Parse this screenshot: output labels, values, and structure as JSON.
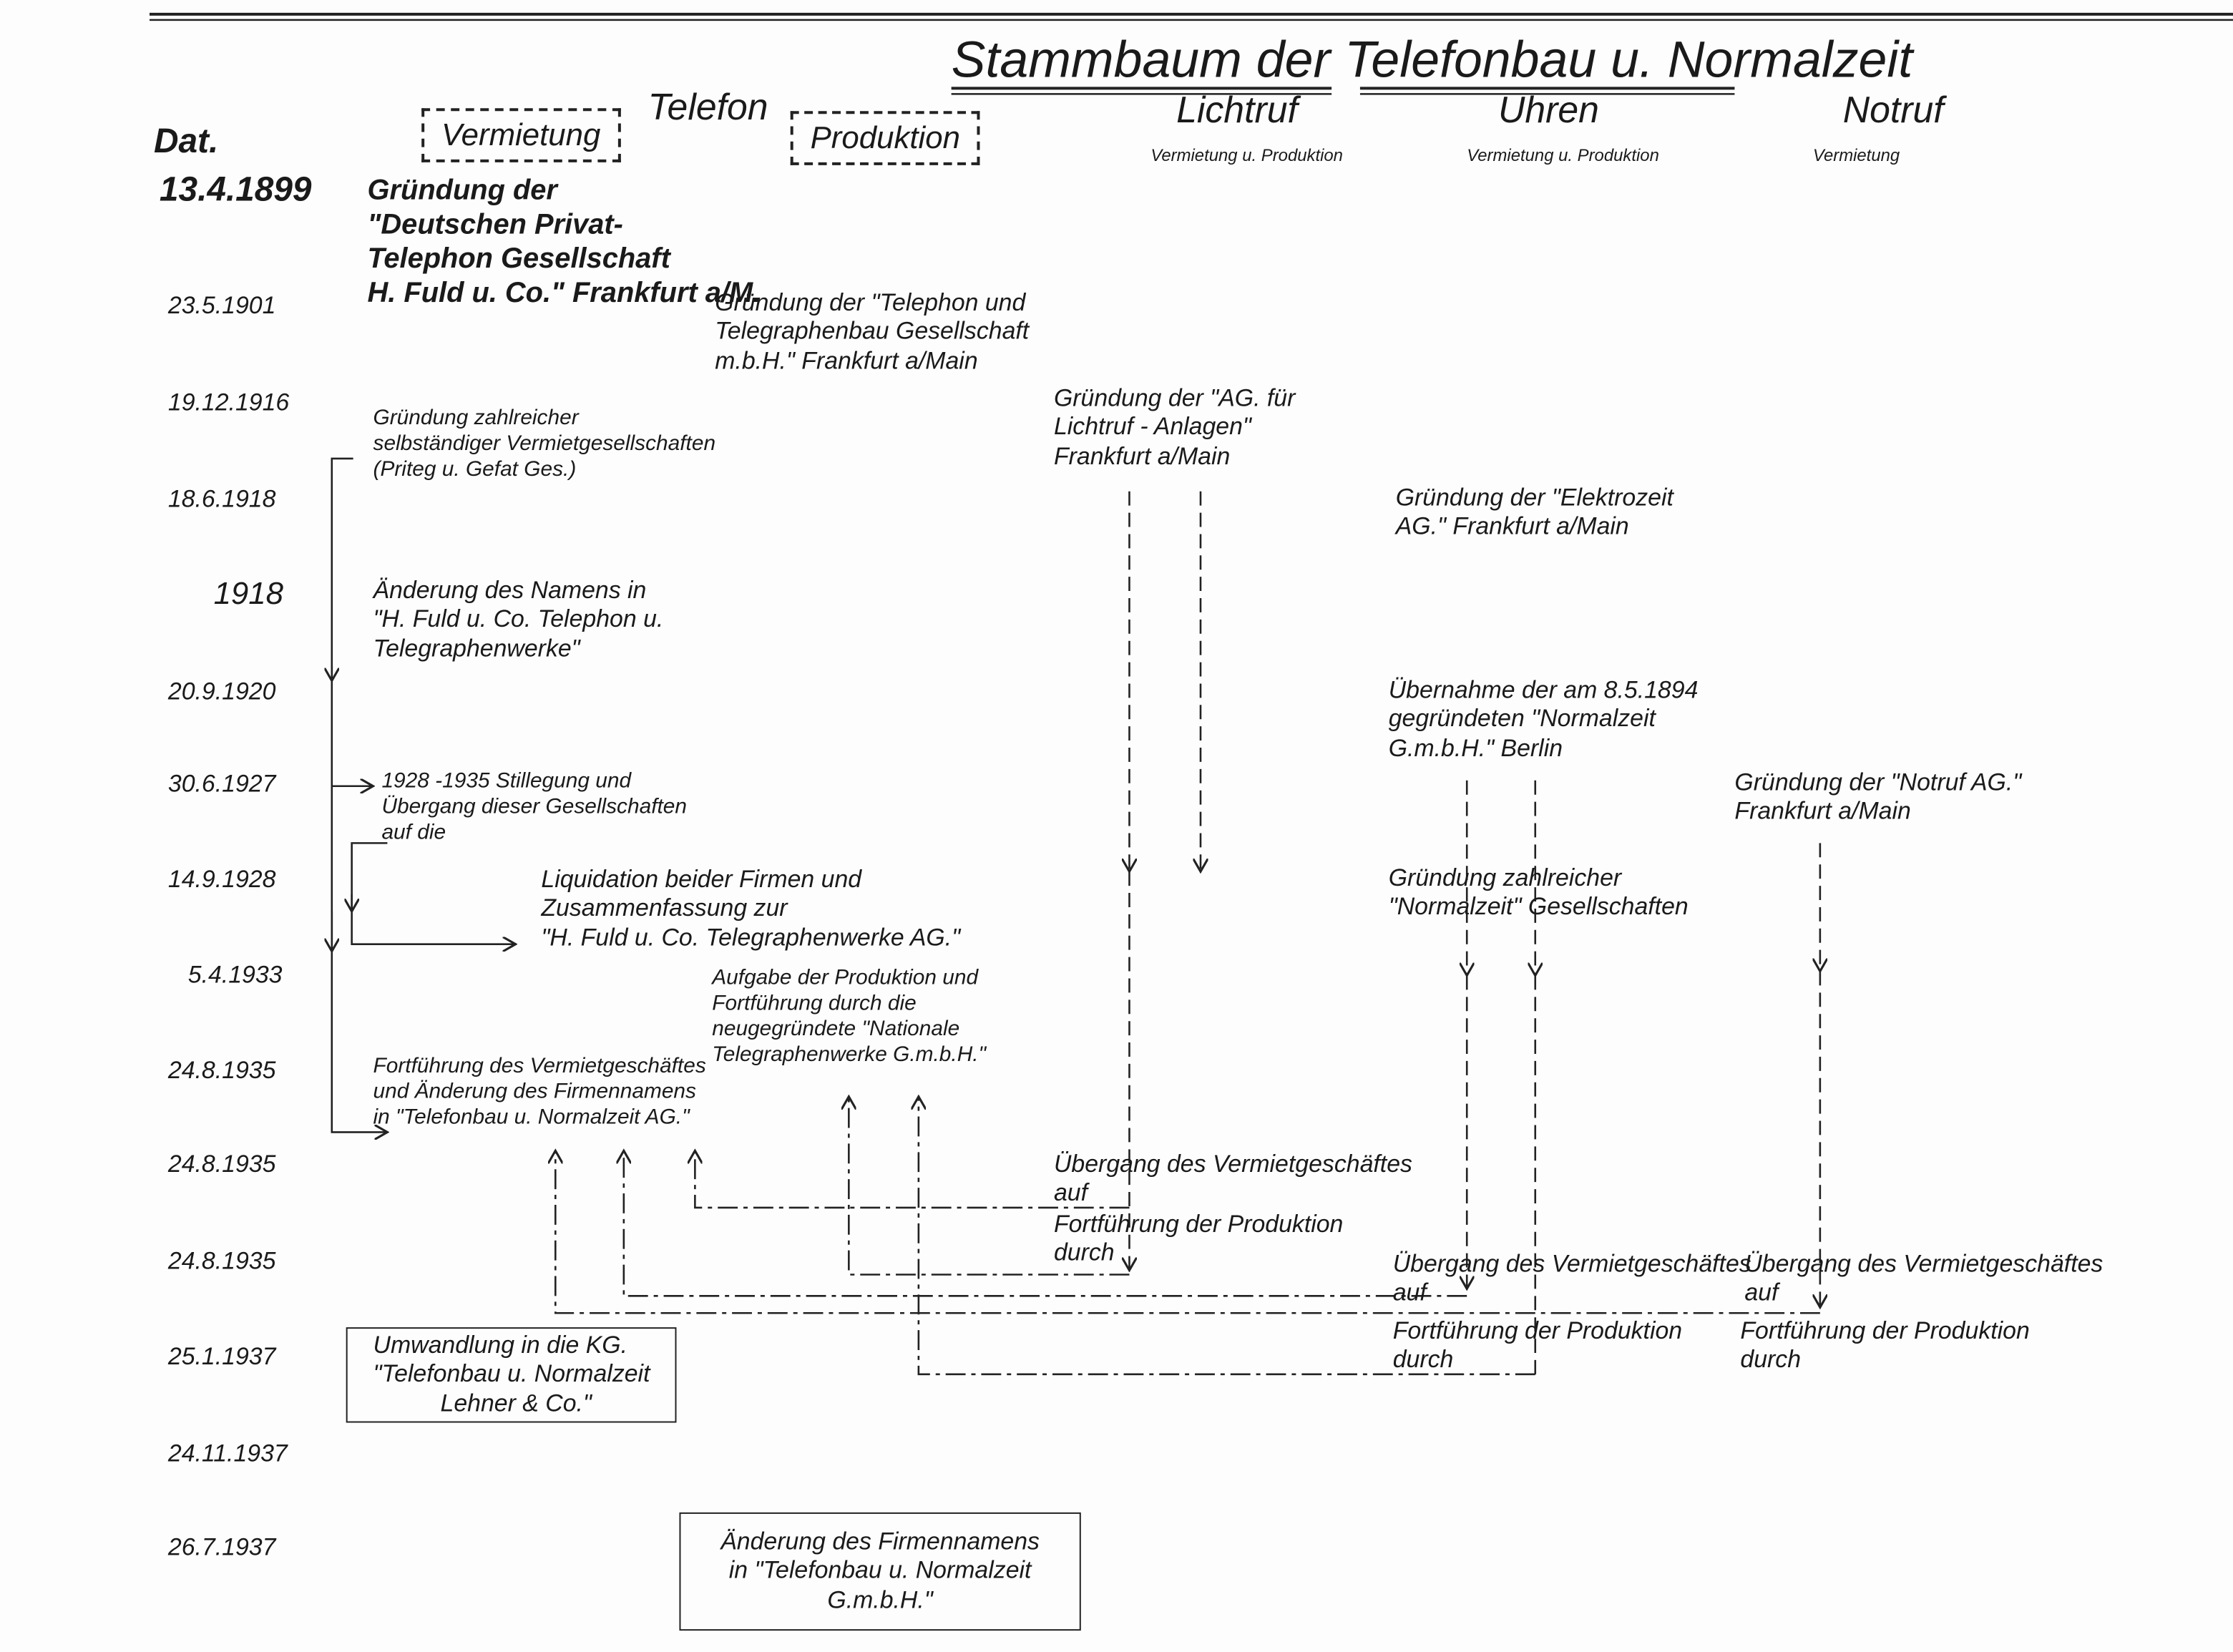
{
  "title": "Stammbaum der Telefonbau u. Normalzeit",
  "columns": {
    "date_header": "Dat.",
    "telefon": "Telefon",
    "vermietung": "Vermietung",
    "produktion": "Produktion",
    "lichtruf": "Lichtruf",
    "lichtruf_sub": "Vermietung u. Produktion",
    "uhren": "Uhren",
    "uhren_sub": "Vermietung u. Produktion",
    "notruf": "Notruf",
    "notruf_sub": "Vermietung"
  },
  "dates": [
    "13.4.1899",
    "23.5.1901",
    "19.12.1916",
    "18.6.1918",
    "1918",
    "20.9.1920",
    "30.6.1927",
    "14.9.1928",
    "5.4.1933",
    "24.8.1935",
    "24.8.1935",
    "24.8.1935",
    "25.1.1937",
    "24.11.1937",
    "26.7.1937"
  ],
  "entries": {
    "fuld": "Gründung der\n\"Deutschen Privat-\nTelephon Gesellschaft\nH. Fuld u. Co.\" Frankfurt a/M.",
    "telegraphenbau": "Gründung der \"Telephon und\nTelegraphenbau Gesellschaft\nm.b.H.\" Frankfurt a/Main",
    "vermietges": "Gründung zahlreicher\nselbständiger Vermietgesellschaften\n(Priteg u. Gefat Ges.)",
    "lichtruf_ag": "Gründung der \"AG. für\nLichtruf - Anlagen\"\nFrankfurt a/Main",
    "elektrozeit": "Gründung der \"Elektrozeit\nAG.\" Frankfurt a/Main",
    "namensaenderung": "Änderung des Namens in\n\"H. Fuld u. Co. Telephon u.\nTelegraphenwerke\"",
    "normalzeit": "Übernahme der am 8.5.1894\ngegründeten \"Normalzeit\nG.m.b.H.\" Berlin",
    "stillegung": "1928 -1935 Stillegung und\nÜbergang dieser Gesellschaften\nauf die",
    "notruf_ag": "Gründung der \"Notruf AG.\"\nFrankfurt a/Main",
    "liquidation": "Liquidation beider Firmen und\nZusammenfassung zur\n\"H. Fuld u. Co. Telegraphenwerke AG.\"",
    "normalzeit_ges": "Gründung zahlreicher\n\"Normalzeit\" Gesellschaften",
    "aufgabe": "Aufgabe der Produktion und\nFortführung durch die\nneugegründete \"Nationale\nTelegraphenwerke G.m.b.H.\"",
    "fortfuehrung": "Fortführung des Vermietgeschäftes\nund Änderung des Firmennamens\nin \"Telefonbau u. Normalzeit AG.\"",
    "lichtruf_uebergang": "Übergang des Vermietgeschäftes\nauf",
    "lichtruf_fort": "Fortführung der Produktion\ndurch",
    "uhren_uebergang": "Übergang des Vermietgeschäftes\nauf",
    "uhren_fort": "Fortführung der Produktion\ndurch",
    "notruf_uebergang": "Übergang des Vermietgeschäftes\nauf",
    "notruf_fort": "Fortführung der Produktion\ndurch",
    "kg": "Umwandlung in die KG.\n\"Telefonbau u. Normalzeit\n          Lehner & Co.\"",
    "gmbh": "Änderung des Firmennamens\nin \"Telefonbau u. Normalzeit\nG.m.b.H.\""
  }
}
